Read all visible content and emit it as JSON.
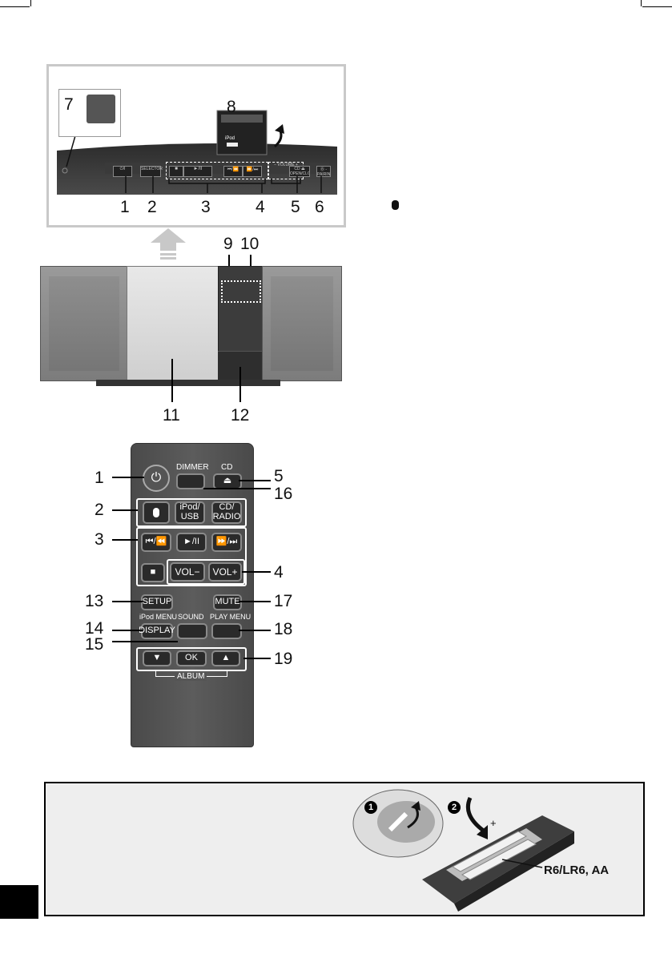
{
  "front_panel": {
    "callout_numbers": [
      "1",
      "2",
      "3",
      "4",
      "5",
      "6"
    ],
    "top_numbers": [
      "7",
      "8"
    ],
    "dock_label": "iPod",
    "button_labels": {
      "power": "⏻/I",
      "selector": "SELECTOR",
      "stop": "■",
      "play": "►/II",
      "prev": "⏮/⏪",
      "next": "⏩/⏭",
      "volume": "− VOLUME +",
      "open_close": "CD ⏏ OPEN/CLOSE",
      "pairing": "Ⓑ -PAIRING"
    }
  },
  "bluetooth_note_icon": "bluetooth-icon",
  "unit_numbers": [
    "9",
    "10",
    "11",
    "12"
  ],
  "remote": {
    "callouts_left": [
      "1",
      "2",
      "3",
      "13",
      "14",
      "15"
    ],
    "callouts_right": [
      "5",
      "16",
      "4",
      "17",
      "18",
      "19"
    ],
    "dimmer": "DIMMER",
    "cd": "CD",
    "eject": "⏏",
    "ipod_usb": "iPod/ USB",
    "cd_radio": "CD/ RADIO",
    "rew": "⏮/⏪",
    "play": "►/II",
    "ff": "⏩/⏭",
    "stop": "■",
    "vol_minus": "VOL−",
    "vol_plus": "VOL+",
    "setup": "SETUP",
    "mute": "MUTE",
    "ipod_menu": "iPod MENU",
    "display": "DISPLAY",
    "sound": "SOUND",
    "play_menu": "PLAY MENU",
    "down": "▼",
    "ok": "OK",
    "up": "▲",
    "album": "ALBUM"
  },
  "battery": {
    "step1": "1",
    "step2": "2",
    "plus": "+",
    "label": "R6/LR6, AA"
  }
}
